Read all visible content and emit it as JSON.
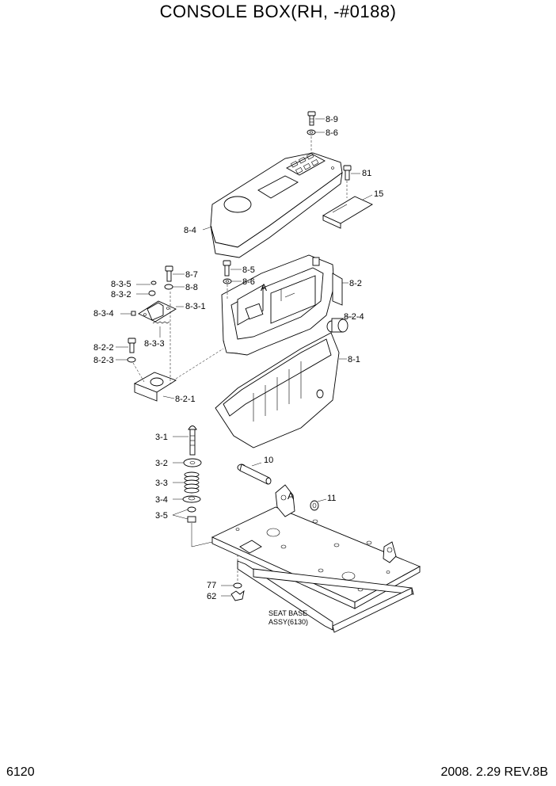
{
  "title": "CONSOLE BOX(RH, -#0188)",
  "page_number": "6120",
  "revision": "2008. 2.29  REV.8B",
  "labels": {
    "p8_9": "8-9",
    "p8_6_top": "8-6",
    "p81": "81",
    "p15": "15",
    "p8_4": "8-4",
    "p8_5": "8-5",
    "p8_6_mid": "8-6",
    "p8_7": "8-7",
    "p8_8": "8-8",
    "p8_3_5": "8-3-5",
    "p8_3_2": "8-3-2",
    "p8_3_4": "8-3-4",
    "p8_3_1": "8-3-1",
    "p8_3_3": "8-3-3",
    "p8_2": "8-2",
    "p8_2_4": "8-2-4",
    "p8_1": "8-1",
    "p8_2_2": "8-2-2",
    "p8_2_3": "8-2-3",
    "p8_2_1": "8-2-1",
    "p3_1": "3-1",
    "p3_2": "3-2",
    "p3_3": "3-3",
    "p3_4": "3-4",
    "p3_5": "3-5",
    "p10": "10",
    "p11": "11",
    "p77": "77",
    "p62": "62",
    "ref_a1": "A",
    "ref_a2": "A",
    "seat_base_1": "SEAT BASE",
    "seat_base_2": "ASSY(6130)"
  }
}
